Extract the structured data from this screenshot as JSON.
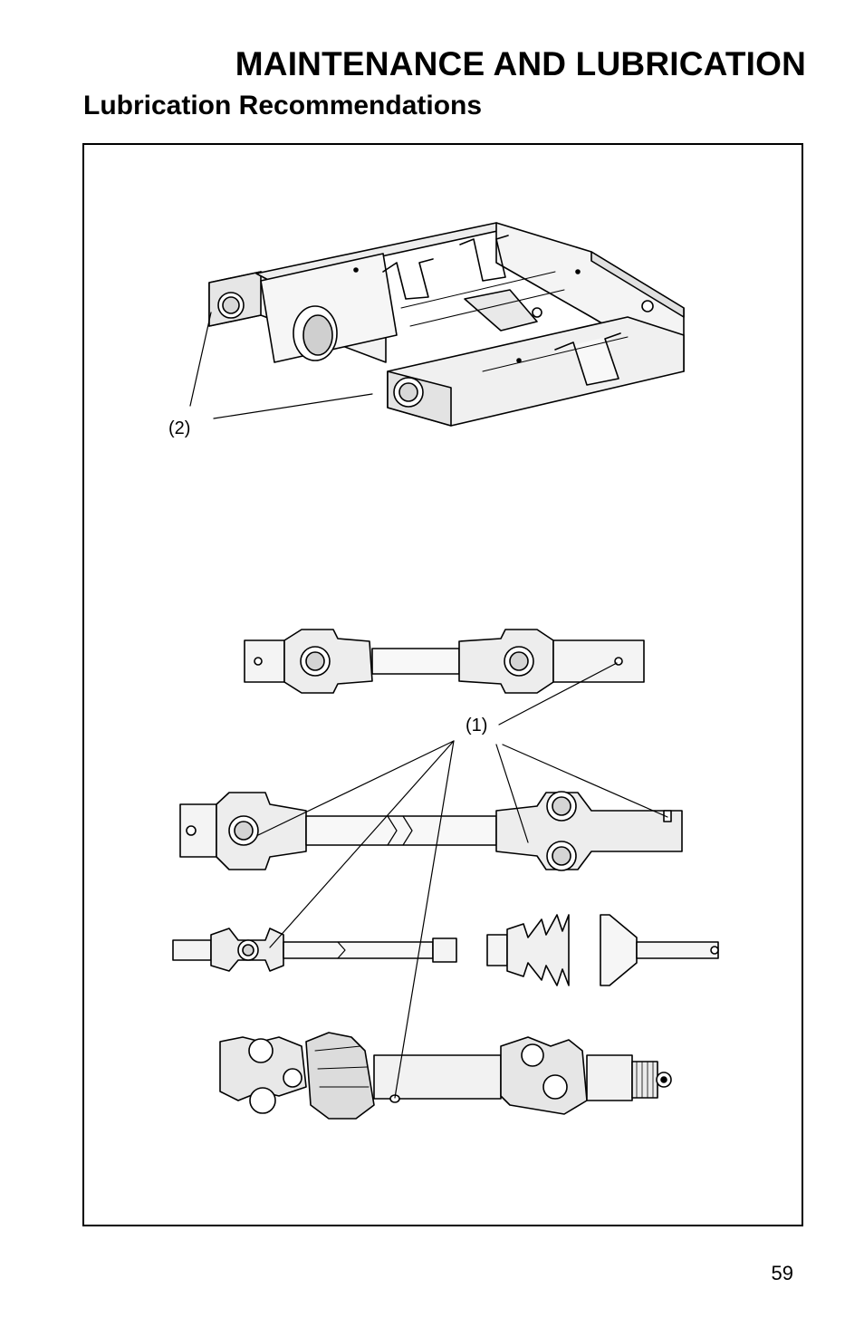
{
  "header": {
    "chapter_title": "MAINTENANCE AND LUBRICATION",
    "section_title": "Lubrication Recommendations"
  },
  "figure": {
    "callouts": {
      "frame_pivot": "(2)",
      "grease_fittings": "(1)"
    }
  },
  "footer": {
    "page_number": "59"
  }
}
